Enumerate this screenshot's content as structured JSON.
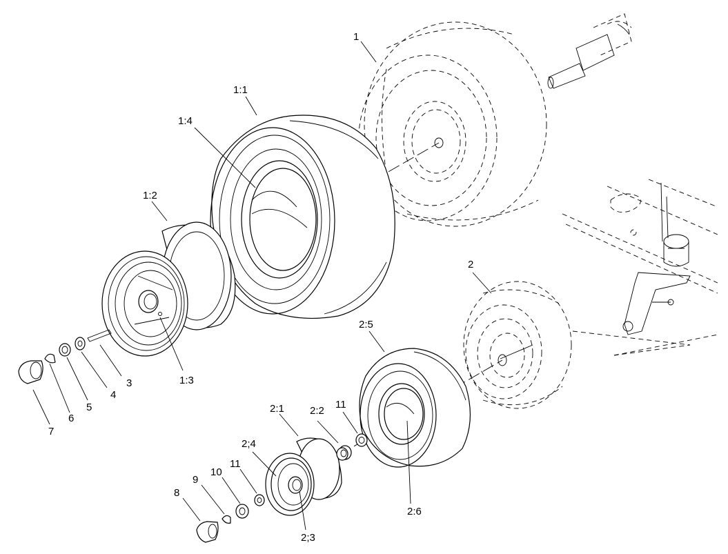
{
  "callouts": {
    "c1": "1",
    "c1_1": "1:1",
    "c1_4": "1:4",
    "c1_2": "1:2",
    "c1_3": "1:3",
    "c2": "2",
    "c2_5": "2:5",
    "c2_1": "2:1",
    "c2_2": "2:2",
    "c2_4": "2;4",
    "c2_3": "2;3",
    "c2_6": "2:6",
    "c3": "3",
    "c4": "4",
    "c5": "5",
    "c6": "6",
    "c7": "7",
    "c8": "8",
    "c9": "9",
    "c10": "10",
    "c11a": "11",
    "c11b": "11"
  }
}
